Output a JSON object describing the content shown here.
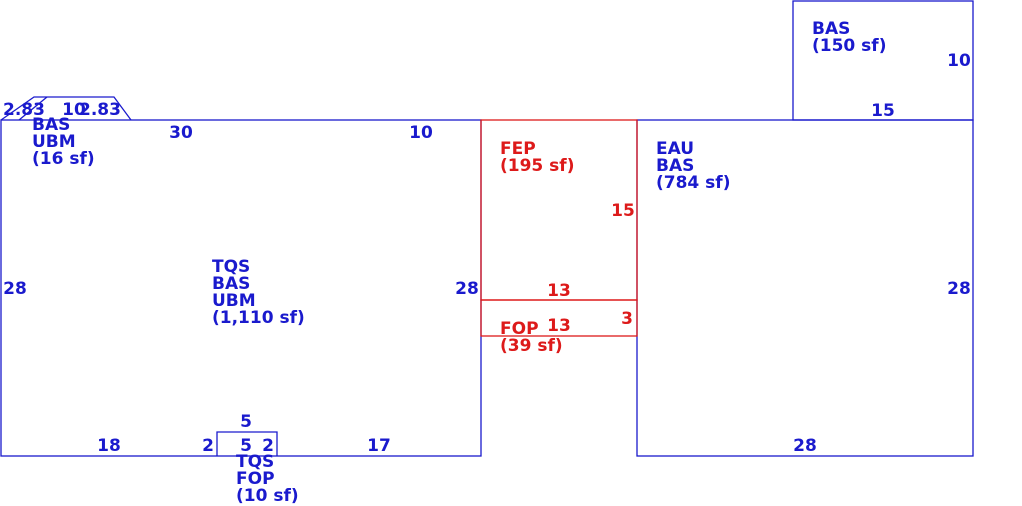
{
  "colors": {
    "blue": "#1a1acd",
    "red": "#dd1a1a",
    "background": "#ffffff"
  },
  "areas": {
    "bas_top": {
      "code1": "BAS",
      "area": "(150 sf)"
    },
    "small_ubm": {
      "code1": "BAS",
      "code2": "UBM",
      "area": "(16 sf)"
    },
    "main": {
      "code1": "TQS",
      "code2": "BAS",
      "code3": "UBM",
      "area": "(1,110 sf)"
    },
    "fep": {
      "code1": "FEP",
      "area": "(195 sf)"
    },
    "fop_mid": {
      "code1": "FOP",
      "area": "(39 sf)"
    },
    "eau": {
      "code1": "EAU",
      "code2": "BAS",
      "area": "(784 sf)"
    },
    "fop_bottom": {
      "code1": "TQS",
      "code2": "FOP",
      "area": "(10 sf)"
    }
  },
  "dimensions": {
    "bas_top_side": "10",
    "bas_top_base": "15",
    "bay_left": "2.83",
    "bay_mid": "10",
    "bay_right": "2.83",
    "main_top": "30",
    "main_top_right": "10",
    "main_left": "28",
    "main_right": "28",
    "main_bottom_left": "18",
    "main_bottom_right": "17",
    "fop_bottom_top": "5",
    "fop_bottom_left": "2",
    "fop_bottom_base": "5",
    "fop_bottom_right": "2",
    "fep_right": "15",
    "fep_bottom": "13",
    "fop_mid_top": "13",
    "fop_mid_right": "3",
    "eau_right": "28",
    "eau_bottom": "28"
  }
}
